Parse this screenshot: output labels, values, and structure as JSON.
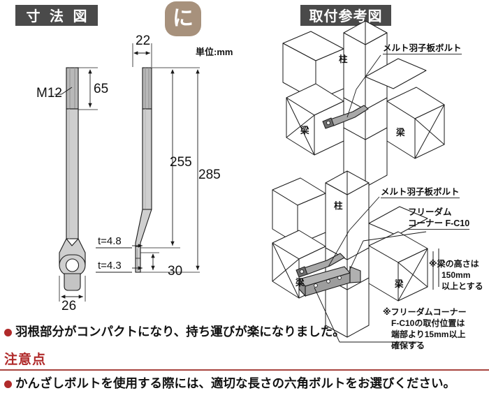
{
  "headings": {
    "dimension_title": "寸 法 図",
    "installation_title": "取付参考図",
    "kana_badge": "に"
  },
  "dimension_drawing": {
    "unit_label": "単位:mm",
    "thread_label": "M12",
    "dim_width_top": "22",
    "dim_thread_length": "65",
    "dim_255": "255",
    "dim_285": "285",
    "dim_30": "30",
    "dim_26": "26",
    "thickness_upper": "t=4.8",
    "thickness_lower": "t=4.3"
  },
  "installation_top": {
    "column_label": "柱",
    "beam_label_left": "梁",
    "beam_label_right": "梁",
    "callout_bolt": "メルト羽子板ボルト"
  },
  "installation_bottom": {
    "column_label": "柱",
    "beam_label_left": "梁",
    "beam_label_right": "梁",
    "callout_bolt": "メルト羽子板ボルト",
    "callout_corner_line1": "フリーダム",
    "callout_corner_line2": "コーナー F-C10",
    "note_beam_height_line1": "※梁の高さは",
    "note_beam_height_line2": "150mm",
    "note_beam_height_line3": "以上とする",
    "note_corner_line1": "※フリーダムコーナー",
    "note_corner_line2": "F-C10の取付位置は",
    "note_corner_line3": "端部より15mm以上",
    "note_corner_line4": "確保する"
  },
  "footer": {
    "feature_note": "羽根部分がコンパクトになり、持ち運びが楽になりました。",
    "caution_heading": "注意点",
    "caution_note": "かんざしボルトを使用する際には、適切な長さの六角ボルトをお選びください。"
  },
  "colors": {
    "chip_bg": "#4a4a4a",
    "badge_bg": "#a7917c",
    "accent_red": "#b02a2a",
    "metal_fill": "#c9c9c9",
    "metal_dark": "#9a9a9a",
    "line": "#1a1a1a"
  }
}
